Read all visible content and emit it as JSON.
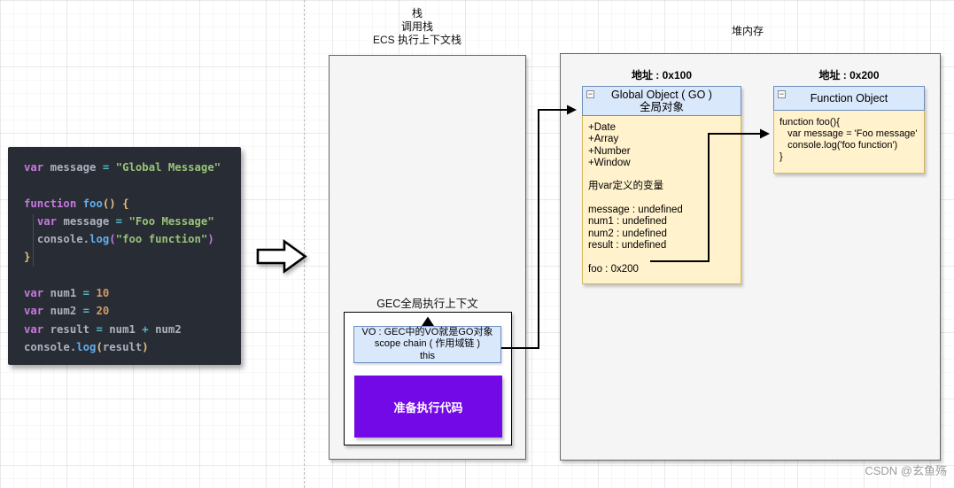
{
  "labels": {
    "stack_title_lines": [
      "栈",
      "调用栈",
      "ECS 执行上下文栈"
    ],
    "heap_title": "堆内存",
    "gec_label": "GEC全局执行上下文",
    "addr_0x100": "地址 : 0x100",
    "addr_0x200": "地址 : 0x200"
  },
  "code_block": {
    "palette": {
      "kw": "#c678dd",
      "id": "#abb2bf",
      "op": "#56b6c2",
      "str": "#98c379",
      "fn": "#61afef",
      "num": "#d19a66",
      "brY": "#e5c07b",
      "brP": "#c678dd"
    },
    "lines": [
      [
        [
          "var",
          "kw"
        ],
        [
          " ",
          "id"
        ],
        [
          "message",
          "id"
        ],
        [
          " ",
          "id"
        ],
        [
          "=",
          "op"
        ],
        [
          " ",
          "id"
        ],
        [
          "\"Global Message\"",
          "str"
        ]
      ],
      [],
      [
        [
          "function",
          "kw"
        ],
        [
          " ",
          "id"
        ],
        [
          "foo",
          "fn"
        ],
        [
          "() {",
          "brY"
        ]
      ],
      [
        [
          "  ",
          "id"
        ],
        [
          "var",
          "kw"
        ],
        [
          " ",
          "id"
        ],
        [
          "message",
          "id"
        ],
        [
          " ",
          "id"
        ],
        [
          "=",
          "op"
        ],
        [
          " ",
          "id"
        ],
        [
          "\"Foo Message\"",
          "str"
        ]
      ],
      [
        [
          "  ",
          "id"
        ],
        [
          "console",
          "id"
        ],
        [
          ".",
          "id"
        ],
        [
          "log",
          "fn"
        ],
        [
          "(",
          "brP"
        ],
        [
          "\"foo function\"",
          "str"
        ],
        [
          ")",
          "brP"
        ]
      ],
      [
        [
          "}",
          "brY"
        ]
      ],
      [],
      [
        [
          "var",
          "kw"
        ],
        [
          " ",
          "id"
        ],
        [
          "num1",
          "id"
        ],
        [
          " ",
          "id"
        ],
        [
          "=",
          "op"
        ],
        [
          " ",
          "id"
        ],
        [
          "10",
          "num"
        ]
      ],
      [
        [
          "var",
          "kw"
        ],
        [
          " ",
          "id"
        ],
        [
          "num2",
          "id"
        ],
        [
          " ",
          "id"
        ],
        [
          "=",
          "op"
        ],
        [
          " ",
          "id"
        ],
        [
          "20",
          "num"
        ]
      ],
      [
        [
          "var",
          "kw"
        ],
        [
          " ",
          "id"
        ],
        [
          "result",
          "id"
        ],
        [
          " ",
          "id"
        ],
        [
          "=",
          "op"
        ],
        [
          " ",
          "id"
        ],
        [
          "num1",
          "id"
        ],
        [
          " ",
          "id"
        ],
        [
          "+",
          "op"
        ],
        [
          " ",
          "id"
        ],
        [
          "num2",
          "id"
        ]
      ],
      [
        [
          "console",
          "id"
        ],
        [
          ".",
          "id"
        ],
        [
          "log",
          "fn"
        ],
        [
          "(",
          "brY"
        ],
        [
          "result",
          "id"
        ],
        [
          ")",
          "brY"
        ]
      ]
    ]
  },
  "stack": {
    "vo_lines": [
      "VO : GEC中的VO就是GO对象",
      "scope chain ( 作用域链 )",
      "this"
    ],
    "prepare_label": "准备执行代码"
  },
  "heap": {
    "global_object": {
      "collapse_glyph": "−",
      "title_lines": [
        "Global Object ( GO )",
        "全局对象"
      ],
      "body_lines": [
        "+Date",
        "+Array",
        "+Number",
        "+Window",
        "",
        "用var定义的变量",
        "",
        "message : undefined",
        "num1 : undefined",
        "num2 : undefined",
        "result : undefined",
        "",
        "foo : 0x200"
      ]
    },
    "function_object": {
      "collapse_glyph": "−",
      "title": "Function Object",
      "body_lines": [
        "function foo(){",
        "   var message = 'Foo message'",
        "   console.log('foo function')",
        "}"
      ]
    }
  },
  "watermark": "CSDN @玄鱼殇",
  "colors": {
    "accent_purple": "#7209e6",
    "uml_header_fill": "#dae8fc",
    "uml_header_stroke": "#6c8ebf",
    "uml_body_fill": "#fff2cc",
    "uml_body_stroke": "#d6b656",
    "container_fill": "#f5f5f5",
    "container_stroke": "#666666",
    "code_bg": "#282c34",
    "connector": "#000000"
  }
}
